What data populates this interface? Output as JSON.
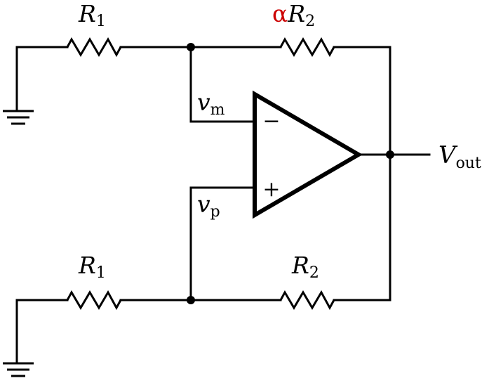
{
  "labels": {
    "r1_top": {
      "symbol": "R",
      "sub": "1"
    },
    "r2_top": {
      "prefix": "α",
      "symbol": "R",
      "sub": "2"
    },
    "r1_bottom": {
      "symbol": "R",
      "sub": "1"
    },
    "r2_bottom": {
      "symbol": "R",
      "sub": "2"
    },
    "vm": {
      "symbol": "v",
      "sub": "m"
    },
    "vp": {
      "symbol": "v",
      "sub": "p"
    },
    "vout": {
      "symbol": "V",
      "sub": "out"
    },
    "minus_sign": "−",
    "plus_sign": "+"
  },
  "colors": {
    "alpha": "#cc0000",
    "stroke": "#000000"
  }
}
